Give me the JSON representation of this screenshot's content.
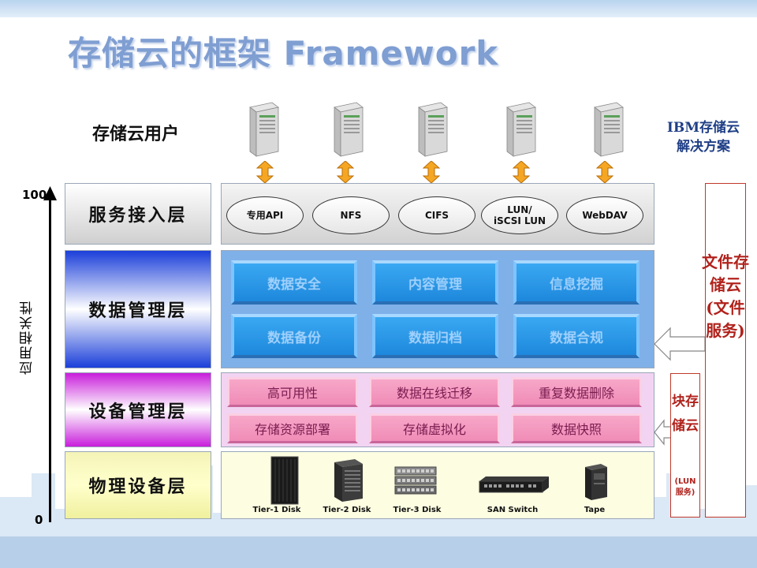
{
  "title": "存储云的框架 Framework",
  "users_label": "存储云用户",
  "ibm_label": [
    "IBM存储云",
    "解决方案"
  ],
  "layers": {
    "service": "服务接入层",
    "data": "数据管理层",
    "device": "设备管理层",
    "physical": "物理设备层"
  },
  "service_protocols": [
    [
      "专用API"
    ],
    [
      "NFS"
    ],
    [
      "CIFS"
    ],
    [
      "LUN/",
      "iSCSI LUN"
    ],
    [
      "WebDAV"
    ]
  ],
  "data_management": [
    "数据安全",
    "内容管理",
    "信息挖掘",
    "数据备份",
    "数据归档",
    "数据合规"
  ],
  "device_management": [
    "高可用性",
    "数据在线迁移",
    "重复数据删除",
    "存储资源部署",
    "存储虚拟化",
    "数据快照"
  ],
  "physical_devices": [
    "Tier-1 Disk",
    "Tier-2 Disk",
    "Tier-3 Disk",
    "SAN Switch",
    "Tape"
  ],
  "axis": {
    "label": "应用相关性",
    "top": "100",
    "bottom": "0"
  },
  "file_cloud": "文件存储云(文件服务)",
  "block_cloud": {
    "main": "块存储云",
    "sub": [
      "(LUN",
      "服务)"
    ]
  },
  "colors": {
    "title": "#7f9ed2",
    "right_text": "#b1221c",
    "data_box": "#1e88dc",
    "device_box": "#f08cb7"
  }
}
